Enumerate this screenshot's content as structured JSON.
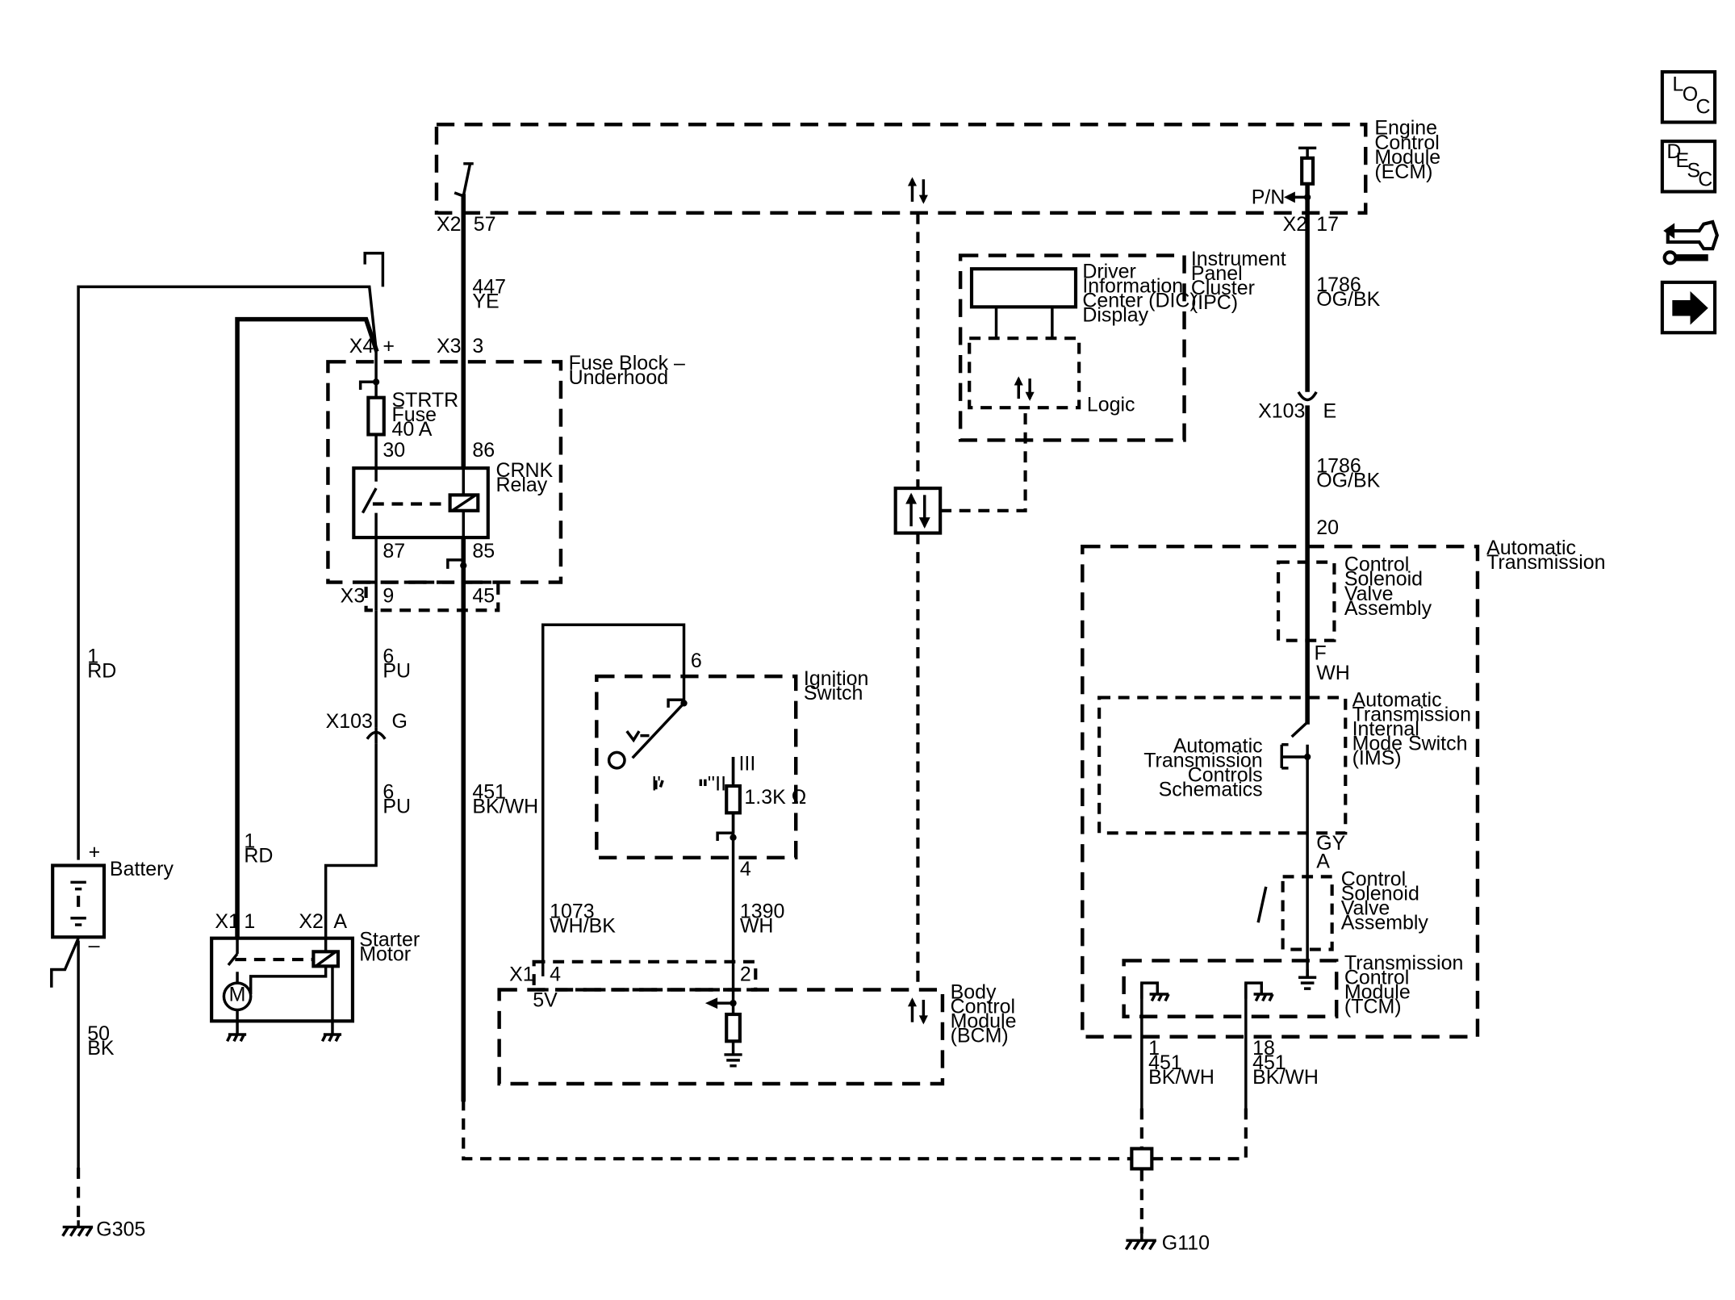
{
  "modules": {
    "ecm": [
      "Engine",
      "Control",
      "Module",
      "(ECM)"
    ],
    "ipc": [
      "Instrument",
      "Panel",
      "Cluster",
      "(IPC)"
    ],
    "dic": [
      "Driver",
      "Information",
      "Center (DIC)",
      "Display"
    ],
    "logic": "Logic",
    "fuse_block": [
      "Fuse Block –",
      "Underhood"
    ],
    "ignition_switch": [
      "Ignition",
      "Switch"
    ],
    "bcm": [
      "Body",
      "Control",
      "Module",
      "(BCM)"
    ],
    "auto_trans": [
      "Automatic",
      "Transmission"
    ],
    "csva_top": [
      "Control",
      "Solenoid",
      "Valve",
      "Assembly"
    ],
    "ims": [
      "Automatic",
      "Transmission",
      "Internal",
      "Mode Switch",
      "(IMS)"
    ],
    "atc_schematics": [
      "Automatic",
      "Transmission",
      "Controls",
      "Schematics"
    ],
    "csva_bottom": [
      "Control",
      "Solenoid",
      "Valve",
      "Assembly"
    ],
    "tcm": [
      "Transmission",
      "Control",
      "Module",
      "(TCM)"
    ],
    "battery": "Battery",
    "starter_motor": [
      "Starter",
      "Motor"
    ],
    "motor_symbol": "M"
  },
  "components": {
    "strtr_fuse": [
      "STRTR",
      "Fuse",
      "40 A"
    ],
    "crnk_relay": [
      "CRNK",
      "Relay"
    ],
    "resistor_value": "1.3K Ω",
    "ignition_positions": [
      "I'",
      "''II",
      "III"
    ],
    "bcm_5v": "5V",
    "pn_label": "P/N"
  },
  "connectors": {
    "ecm_x2_left": "X2",
    "ecm_pin_57": "57",
    "ecm_x2_right": "X2",
    "ecm_pin_17": "17",
    "fb_x4": "X4",
    "fb_plus": "+",
    "fb_x3_top": "X3",
    "fb_pin_3": "3",
    "relay_30": "30",
    "relay_86": "86",
    "relay_87": "87",
    "relay_85": "85",
    "fb_x3_bottom": "X3",
    "fb_pin_9": "9",
    "fb_pin_45": "45",
    "x103_left": "X103",
    "x103_left_pin": "G",
    "x103_right": "X103",
    "x103_right_pin": "E",
    "at_pin_20": "20",
    "at_pin_f": "F",
    "at_pin_a": "A",
    "ign_pin_6": "6",
    "ign_pin_4": "4",
    "bcm_x1": "X1",
    "bcm_pin_4": "4",
    "bcm_pin_2": "2",
    "starter_x1": "X1",
    "starter_pin_1": "1",
    "starter_x2": "X2",
    "starter_pin_a": "A",
    "batt_plus": "+",
    "batt_minus": "–",
    "tcm_pin_1": "1",
    "tcm_pin_18": "18"
  },
  "wires": {
    "w447": [
      "447",
      "YE"
    ],
    "w1786_top": [
      "1786",
      "OG/BK"
    ],
    "w1786_mid": [
      "1786",
      "OG/BK"
    ],
    "w_wh": "WH",
    "w_gy": "GY",
    "w1_rd_left": [
      "1",
      "RD"
    ],
    "w6_pu_top": [
      "6",
      "PU"
    ],
    "w6_pu_bottom": [
      "6",
      "PU"
    ],
    "w451_main": [
      "451",
      "BK/WH"
    ],
    "w1_rd_starter": [
      "1",
      "RD"
    ],
    "w1073": [
      "1073",
      "WH/BK"
    ],
    "w1390": [
      "1390",
      "WH"
    ],
    "w50": [
      "50",
      "BK"
    ],
    "w451_tcm1": "451",
    "w451_tcm1_color": "BK/WH",
    "w451_tcm18": "451",
    "w451_tcm18_color": "BK/WH"
  },
  "grounds": {
    "g305": "G305",
    "g110": "G110"
  },
  "nav_icons": {
    "loc": [
      "L",
      "O",
      "C"
    ],
    "desc": [
      "D",
      "E",
      "S",
      "C"
    ]
  }
}
